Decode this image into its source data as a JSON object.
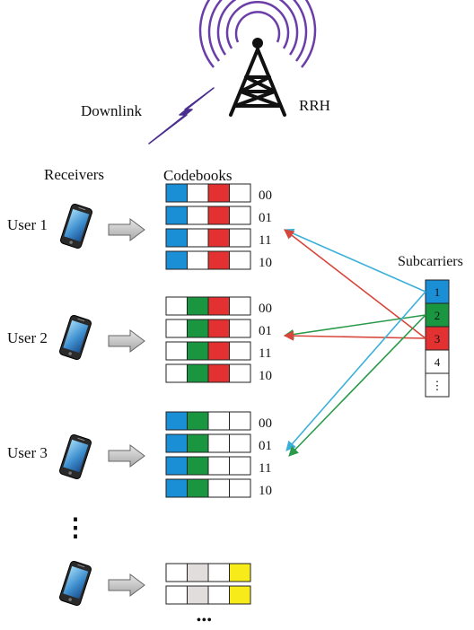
{
  "labels": {
    "downlink": "Downlink",
    "rrh": "RRH",
    "receivers": "Receivers",
    "codebooks": "Codebooks",
    "subcarriers": "Subcarriers",
    "vertical_ellipsis": "⋮",
    "horizontal_ellipsis": "•••"
  },
  "colors": {
    "blue": "#1a8fd6",
    "green": "#1a9640",
    "red": "#e33030",
    "gray": "#e2dddd",
    "yellow": "#f7ec1a",
    "white": "#ffffff",
    "wave": "#6a3da8",
    "bolt": "#4a2f8f",
    "arrow_blue": "#3ab0d8",
    "arrow_green": "#2a9a4a",
    "arrow_red": "#d8453a"
  },
  "users": [
    {
      "label": "User 1",
      "codewords": [
        {
          "code": "00",
          "cells": [
            "blue",
            "white",
            "red",
            "white"
          ]
        },
        {
          "code": "01",
          "cells": [
            "blue",
            "white",
            "red",
            "white"
          ]
        },
        {
          "code": "11",
          "cells": [
            "blue",
            "white",
            "red",
            "white"
          ]
        },
        {
          "code": "10",
          "cells": [
            "blue",
            "white",
            "red",
            "white"
          ]
        }
      ]
    },
    {
      "label": "User 2",
      "codewords": [
        {
          "code": "00",
          "cells": [
            "white",
            "green",
            "red",
            "white"
          ]
        },
        {
          "code": "01",
          "cells": [
            "white",
            "green",
            "red",
            "white"
          ]
        },
        {
          "code": "11",
          "cells": [
            "white",
            "green",
            "red",
            "white"
          ]
        },
        {
          "code": "10",
          "cells": [
            "white",
            "green",
            "red",
            "white"
          ]
        }
      ]
    },
    {
      "label": "User 3",
      "codewords": [
        {
          "code": "00",
          "cells": [
            "blue",
            "green",
            "white",
            "white"
          ]
        },
        {
          "code": "01",
          "cells": [
            "blue",
            "green",
            "white",
            "white"
          ]
        },
        {
          "code": "11",
          "cells": [
            "blue",
            "green",
            "white",
            "white"
          ]
        },
        {
          "code": "10",
          "cells": [
            "blue",
            "green",
            "white",
            "white"
          ]
        }
      ]
    },
    {
      "label": "",
      "codewords": [
        {
          "code": "",
          "cells": [
            "white",
            "gray",
            "white",
            "yellow"
          ]
        },
        {
          "code": "",
          "cells": [
            "white",
            "gray",
            "white",
            "yellow"
          ]
        }
      ]
    }
  ],
  "subcarriers": [
    {
      "label": "1",
      "color": "blue"
    },
    {
      "label": "2",
      "color": "green"
    },
    {
      "label": "3",
      "color": "red"
    },
    {
      "label": "4",
      "color": "white"
    },
    {
      "label": "⋮",
      "color": "white"
    }
  ]
}
